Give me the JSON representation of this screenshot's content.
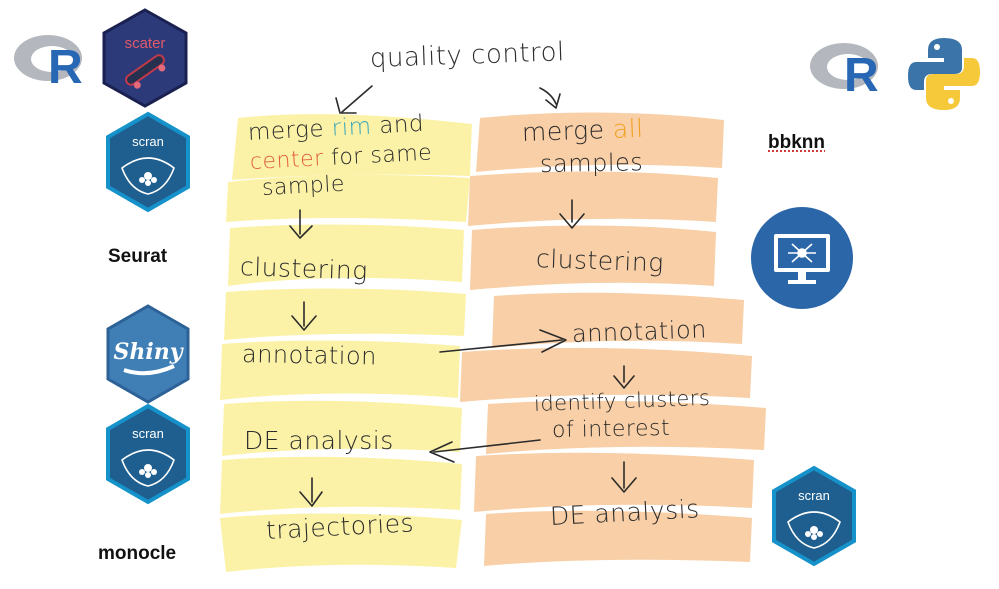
{
  "colors": {
    "yellow_band": "#fbf2a8",
    "peach_band": "#f8cfa6",
    "teal_word": "#3aa6b9",
    "red_word": "#e05a3e",
    "orange_word": "#f0a020",
    "scran_hex": "#1e5f8f",
    "shiny_hex": "#3f7fb6",
    "r_blue": "#2767b3",
    "r_grey": "#a9acb3",
    "python_blue": "#3a74a8",
    "python_yellow": "#f5c93a",
    "scater_navy": "#2c3a7a",
    "single_cell_blue": "#2b66a8"
  },
  "header": {
    "title": "quality control"
  },
  "left_column": {
    "merge_line1_a": "merge",
    "merge_line1_b": "rim",
    "merge_line1_c": "and",
    "merge_line2_a": "center",
    "merge_line2_b": "for same",
    "merge_line3": "sample",
    "clustering": "clustering",
    "annotation": "annotation",
    "de_analysis": "DE analysis",
    "trajectories": "trajectories"
  },
  "right_column": {
    "merge_line1_a": "merge",
    "merge_line1_b": "all",
    "merge_line2": "samples",
    "clustering": "clustering",
    "annotation": "annotation",
    "identify_line1": "identify clusters",
    "identify_line2": "of interest",
    "de_analysis": "DE analysis"
  },
  "tools": {
    "seurat": "Seurat",
    "bbknn": "bbknn",
    "monocle": "monocle",
    "scran_text": "scran",
    "scater_text": "scater",
    "shiny_text": "Shiny",
    "r_letter": "R"
  },
  "icons": [
    "r-logo-icon",
    "scater-hex-icon",
    "scran-hex-icon",
    "shiny-hex-icon",
    "python-logo-icon",
    "single-cell-monitor-icon",
    "hand-drawn-arrow-icon"
  ]
}
